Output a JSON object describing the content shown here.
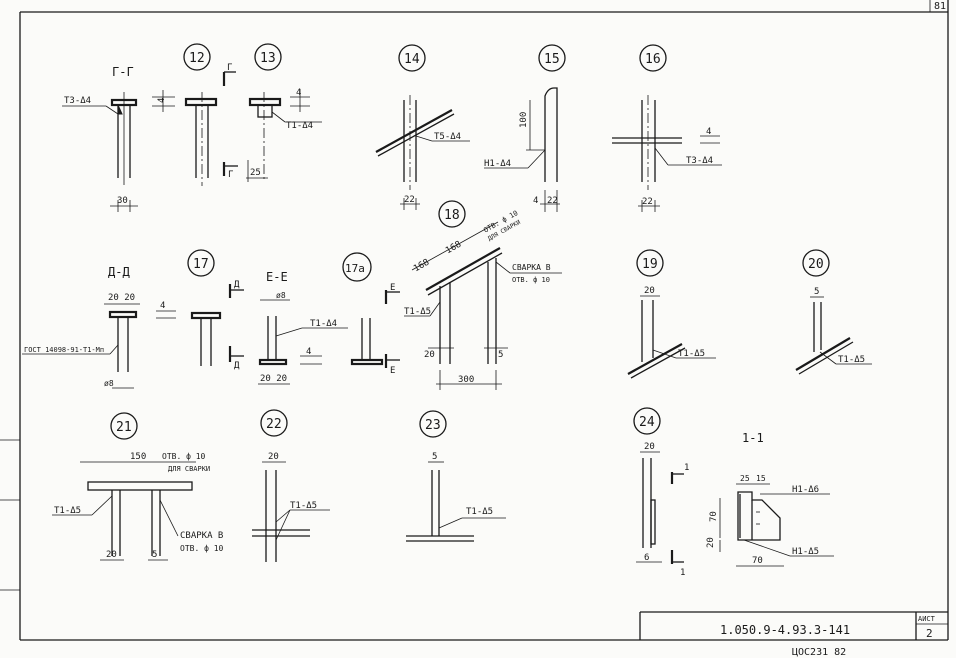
{
  "sheet": {
    "corner_number": "81",
    "stamp_code": "1.050.9-4.93.3-141",
    "sheet_label": "АИСТ",
    "sheet_number": "2",
    "footer_text": "ЦОС231     82"
  },
  "sections": {
    "gg": "Г-Г",
    "dd": "Д-Д",
    "ee": "Е-Е",
    "s11": "1-1"
  },
  "nodes": [
    "12",
    "13",
    "14",
    "15",
    "16",
    "17",
    "17а",
    "18",
    "19",
    "20",
    "21",
    "22",
    "23",
    "24"
  ],
  "labels": {
    "t3_d4": "Т3-Δ4",
    "t1_d4": "Т1-Δ4",
    "t5_d4": "Т5-Δ4",
    "n1_d4": "Н1-Δ4",
    "t1_d5": "Т1-Δ5",
    "n1_d6": "Н1-Δ6",
    "n1_d5": "Н1-Δ5",
    "gost": "ГОСТ 14098-91-Т1-Мп",
    "weld_hole": "СВАРКА В",
    "hole_d10": "ОТВ. ф 10",
    "hole_d10_weld_a": "ОТВ. ф 10",
    "hole_d10_weld_b": "ДЛЯ СВАРКИ",
    "cut_g": "Г",
    "cut_d": "Д",
    "cut_e": "Е",
    "cut_1": "1"
  },
  "dims": {
    "d30": "30",
    "d25": "25",
    "d4": "4",
    "d100": "100",
    "d22": "22",
    "d2020": "20 20",
    "d8": "ø8",
    "d168": "168",
    "d300": "300",
    "d20": "20",
    "d5": "5",
    "d150": "150",
    "d6": "6",
    "d15": "15",
    "d70": "70"
  }
}
